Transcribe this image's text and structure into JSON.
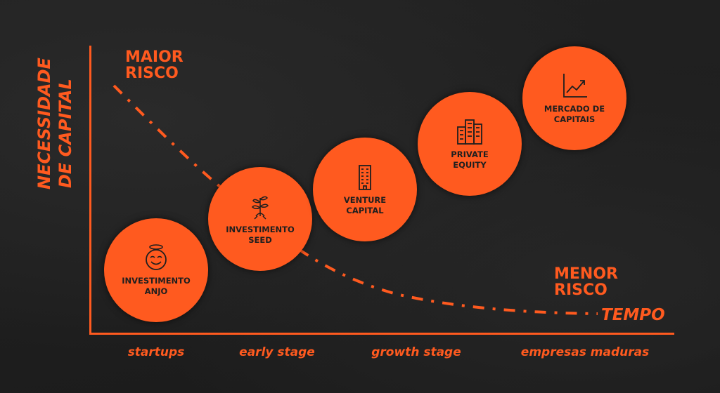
{
  "y_axis_label": [
    "NECESSIDADE",
    "DE CAPITAL"
  ],
  "x_axis_label": "TEMPO",
  "high_risk": [
    "MAIOR",
    "RISCO"
  ],
  "low_risk": [
    "MENOR",
    "RISCO"
  ],
  "stages": [
    "startups",
    "early stage",
    "growth stage",
    "empresas maduras"
  ],
  "circles": [
    {
      "icon": "smiling-angel-face-icon",
      "label": [
        "INVESTIMENTO",
        "ANJO"
      ]
    },
    {
      "icon": "sprout-plant-icon",
      "label": [
        "INVESTIMENTO",
        "SEED"
      ]
    },
    {
      "icon": "office-tower-icon",
      "label": [
        "VENTURE",
        "CAPITAL"
      ]
    },
    {
      "icon": "city-buildings-icon",
      "label": [
        "PRIVATE",
        "EQUITY"
      ]
    },
    {
      "icon": "rising-chart-icon",
      "label": [
        "MERCADO DE",
        "CAPITAIS"
      ]
    }
  ],
  "colors": {
    "accent": "#ff5a1f",
    "background": "#1f1f1f"
  }
}
